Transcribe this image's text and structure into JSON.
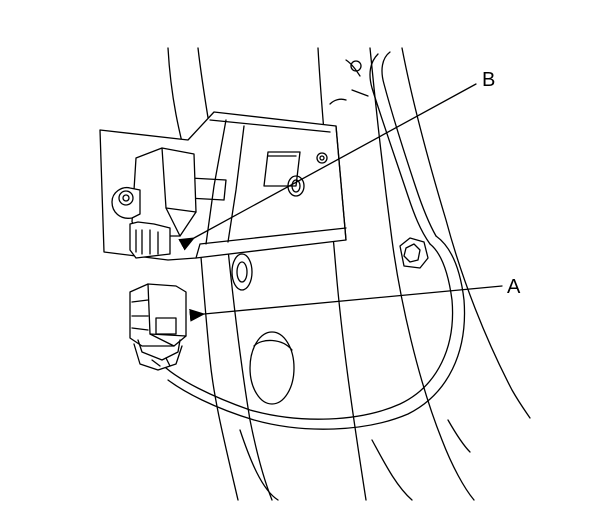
{
  "figure": {
    "callouts": [
      {
        "id": "B",
        "label": "B",
        "points_to": "sensor-connector"
      },
      {
        "id": "A",
        "label": "A",
        "points_to": "harness-connector"
      }
    ],
    "colors": {
      "line": "#000000",
      "background": "#ffffff",
      "fill": "#ffffff"
    }
  }
}
